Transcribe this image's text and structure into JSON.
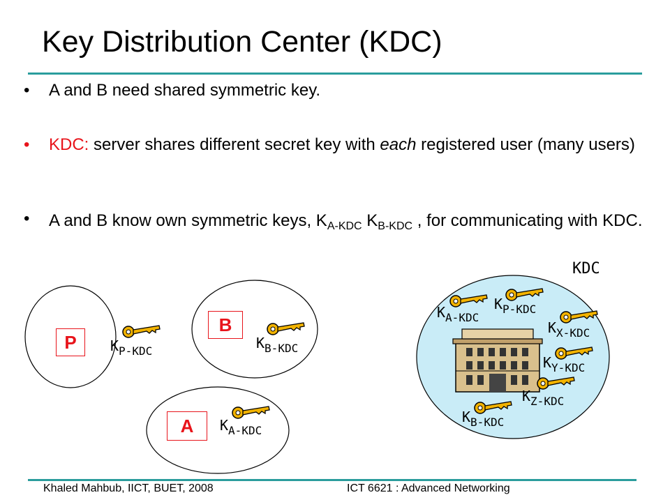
{
  "slide": {
    "title": "Key Distribution Center (KDC)"
  },
  "bullets": [
    {
      "text": "A and B need shared symmetric key."
    },
    {
      "prefix": "KDC:",
      "text_a": " server shares different secret key with ",
      "emph": "each",
      "text_b": " registered user (many users)"
    },
    {
      "text_a": "A and B know own symmetric keys, K",
      "sub1": "A-KDC",
      "mid": " K",
      "sub2": "B-KDC",
      "text_b": " , for communicating with KDC."
    }
  ],
  "bullet_marks": [
    "•",
    "•",
    "•"
  ],
  "diagram": {
    "kdc_label": "KDC",
    "nodes": [
      {
        "box": "P",
        "key_k": "K",
        "key_sub": "P-KDC"
      },
      {
        "box": "B",
        "key_k": "K",
        "key_sub": "B-KDC"
      },
      {
        "box": "A",
        "key_k": "K",
        "key_sub": "A-KDC"
      }
    ],
    "kdc_keys": [
      {
        "k": "K",
        "sub": "A-KDC"
      },
      {
        "k": "K",
        "sub": "P-KDC"
      },
      {
        "k": "K",
        "sub": "X-KDC"
      },
      {
        "k": "K",
        "sub": "Y-KDC"
      },
      {
        "k": "K",
        "sub": "Z-KDC"
      },
      {
        "k": "K",
        "sub": "B-KDC"
      }
    ]
  },
  "footer": {
    "left": "Khaled Mahbub, IICT, BUET, 2008",
    "right": "ICT 6621 : Advanced Networking"
  },
  "colors": {
    "accent_rule": "#2a9d9d",
    "red": "#e8141b",
    "key_gold": "#f2b300",
    "kdc_circle": "#c9ecf7"
  }
}
